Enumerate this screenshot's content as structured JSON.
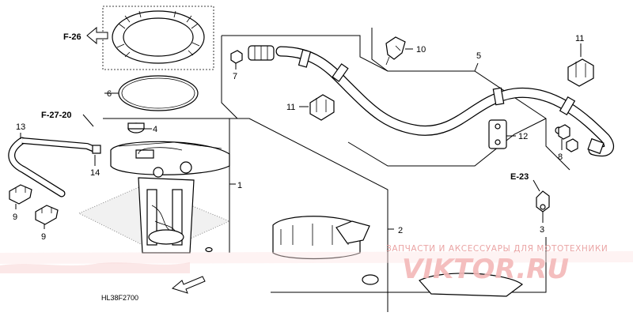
{
  "diagram": {
    "code": "HL38F2700",
    "refs": {
      "f26": "F-26",
      "f2720": "F-27-20",
      "e23": "E-23"
    },
    "callouts": {
      "c1": "1",
      "c2": "2",
      "c3": "3",
      "c4": "4",
      "c5": "5",
      "c6": "6",
      "c7": "7",
      "c8": "8",
      "c9a": "9",
      "c9b": "9",
      "c10": "10",
      "c11a": "11",
      "c11b": "11",
      "c12": "12",
      "c13": "13",
      "c14": "14"
    }
  },
  "watermark": {
    "text": "ЗАПЧАСТИ И АКСЕССУАРЫ ДЛЯ МОТОТЕХНИКИ",
    "logo": "VIKTOR.RU",
    "color": "#e89a9a"
  }
}
